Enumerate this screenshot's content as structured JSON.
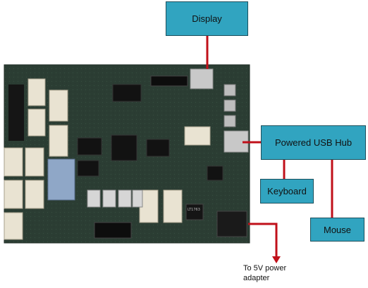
{
  "boxes": {
    "display": "Display",
    "powered_usb_hub": "Powered USB Hub",
    "keyboard": "Keyboard",
    "mouse": "Mouse"
  },
  "caption": {
    "line1": "To 5V power",
    "line2": "adapter"
  },
  "colors": {
    "box_fill": "#31a4c0",
    "box_border": "#1c4f5c",
    "connector_line": "#c0101a",
    "board_pcb": "#2a3d33"
  },
  "board_labels": {
    "chip_text": "LT1763"
  }
}
